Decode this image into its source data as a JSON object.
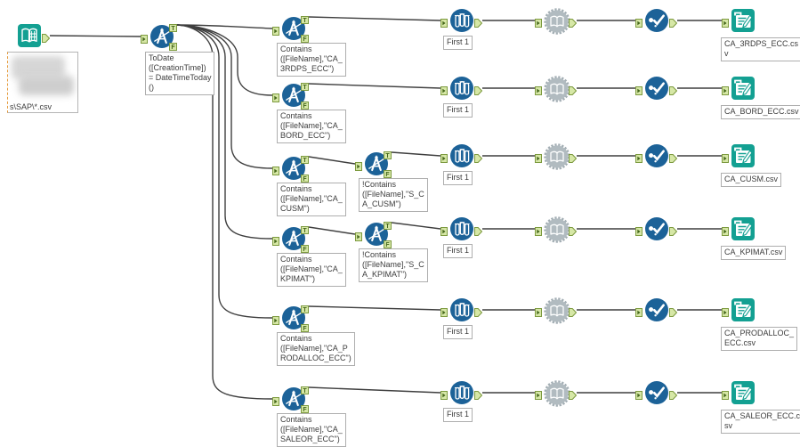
{
  "app": {
    "name": "workflow-canvas"
  },
  "colors": {
    "tool_blue": "#1c6298",
    "tool_teal": "#13a092",
    "macro_gray": "#b1bbc0",
    "macro_ring": "#a3aeb4",
    "anchor_fill": "#d6e7a6",
    "anchor_border": "#7d9a3f",
    "anchor_glyph": "#44661a",
    "wire": "#3f3f3f",
    "annotation_border": "#aeaeae",
    "annotation_text": "#3c3c3c",
    "canvas_bg": "#ffffff"
  },
  "anchor_labels": {
    "true": "T",
    "false": "F"
  },
  "input_tool": {
    "tool": "input-data",
    "annotation": "s\\SAP\\*.csv",
    "note": "annotation content above path is blurred"
  },
  "date_filter_tool": {
    "tool": "filter",
    "annotation": "ToDate\n([CreationTime])\n= DateTimeToday\n()"
  },
  "branches": [
    {
      "filter_annotation": "Contains\n([FileName],\"CA_\n3RDPS_ECC\")",
      "second_filter_annotation": null,
      "sample_annotation": "First 1",
      "output_annotation": "CA_3RDPS_ECC.cs\nv"
    },
    {
      "filter_annotation": "Contains\n([FileName],\"CA_\nBORD_ECC\")",
      "second_filter_annotation": null,
      "sample_annotation": "First 1",
      "output_annotation": "CA_BORD_ECC.csv"
    },
    {
      "filter_annotation": "Contains\n([FileName],\"CA_\nCUSM\")",
      "second_filter_annotation": "!Contains\n([FileName],\"S_C\nA_CUSM\")",
      "sample_annotation": "First 1",
      "output_annotation": "CA_CUSM.csv"
    },
    {
      "filter_annotation": "Contains\n([FileName],\"CA_\nKPIMAT\")",
      "second_filter_annotation": "!Contains\n([FileName],\"S_C\nA_KPIMAT\")",
      "sample_annotation": "First 1",
      "output_annotation": "CA_KPIMAT.csv"
    },
    {
      "filter_annotation": "Contains\n([FileName],\"CA_P\nRODALLOC_ECC\")",
      "second_filter_annotation": null,
      "sample_annotation": "First 1",
      "output_annotation": "CA_PRODALLOC_\nECC.csv"
    },
    {
      "filter_annotation": "Contains\n([FileName],\"CA_\nSALEOR_ECC\")",
      "second_filter_annotation": null,
      "sample_annotation": "First 1",
      "output_annotation": "CA_SALEOR_ECC.c\nsv"
    }
  ]
}
